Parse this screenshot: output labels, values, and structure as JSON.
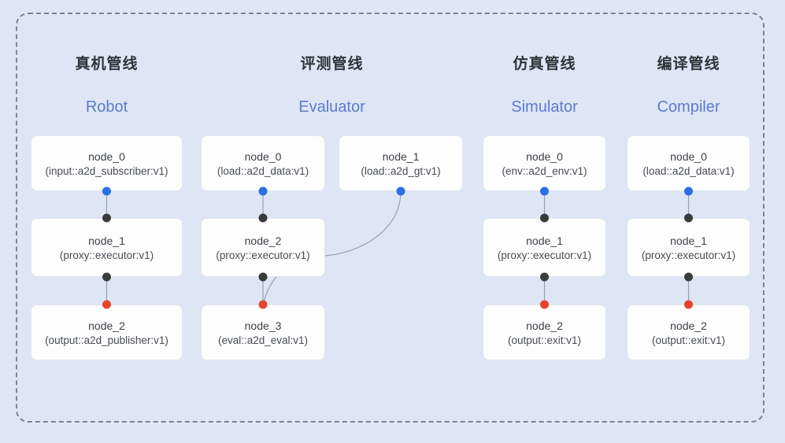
{
  "colors": {
    "bg": "#dee6f6",
    "card_bg": "#fdfdfe",
    "card_border": "#e2e4e9",
    "dash_border": "#7f828a",
    "title_zh_color": "#2f3338",
    "title_en_color": "#5b7bd0",
    "node_name_color": "#3d4146",
    "node_type_color": "#474b51",
    "dot_blue": "#2b6fe4",
    "dot_dark": "#3b3b3b",
    "dot_red": "#e8432d",
    "connector": "#97a0ae"
  },
  "pipelines": [
    {
      "title_zh": "真机管线",
      "title_en": "Robot",
      "nodes": [
        {
          "name": "node_0",
          "type": "(input::a2d_subscriber:v1)"
        },
        {
          "name": "node_1",
          "type": "(proxy::executor:v1)"
        },
        {
          "name": "node_2",
          "type": "(output::a2d_publisher:v1)"
        }
      ]
    },
    {
      "title_zh": "评测管线",
      "title_en": "Evaluator",
      "nodes": [
        {
          "name": "node_0",
          "type": "(load::a2d_data:v1)"
        },
        {
          "name": "node_1",
          "type": "(load::a2d_gt:v1)"
        },
        {
          "name": "node_2",
          "type": "(proxy::executor:v1)"
        },
        {
          "name": "node_3",
          "type": "(eval::a2d_eval:v1)"
        }
      ]
    },
    {
      "title_zh": "仿真管线",
      "title_en": "Simulator",
      "nodes": [
        {
          "name": "node_0",
          "type": "(env::a2d_env:v1)"
        },
        {
          "name": "node_1",
          "type": "(proxy::executor:v1)"
        },
        {
          "name": "node_2",
          "type": "(output::exit:v1)"
        }
      ]
    },
    {
      "title_zh": "编译管线",
      "title_en": "Compiler",
      "nodes": [
        {
          "name": "node_0",
          "type": "(load::a2d_data:v1)"
        },
        {
          "name": "node_1",
          "type": "(proxy::executor:v1)"
        },
        {
          "name": "node_2",
          "type": "(output::exit:v1)"
        }
      ]
    }
  ],
  "connections": [
    {
      "pipeline": "Robot",
      "from": "node_0",
      "to": "node_1"
    },
    {
      "pipeline": "Robot",
      "from": "node_1",
      "to": "node_2"
    },
    {
      "pipeline": "Evaluator",
      "from": "node_0",
      "to": "node_2"
    },
    {
      "pipeline": "Evaluator",
      "from": "node_1",
      "to": "node_3"
    },
    {
      "pipeline": "Evaluator",
      "from": "node_2",
      "to": "node_3"
    },
    {
      "pipeline": "Simulator",
      "from": "node_0",
      "to": "node_1"
    },
    {
      "pipeline": "Simulator",
      "from": "node_1",
      "to": "node_2"
    },
    {
      "pipeline": "Compiler",
      "from": "node_0",
      "to": "node_1"
    },
    {
      "pipeline": "Compiler",
      "from": "node_1",
      "to": "node_2"
    }
  ]
}
